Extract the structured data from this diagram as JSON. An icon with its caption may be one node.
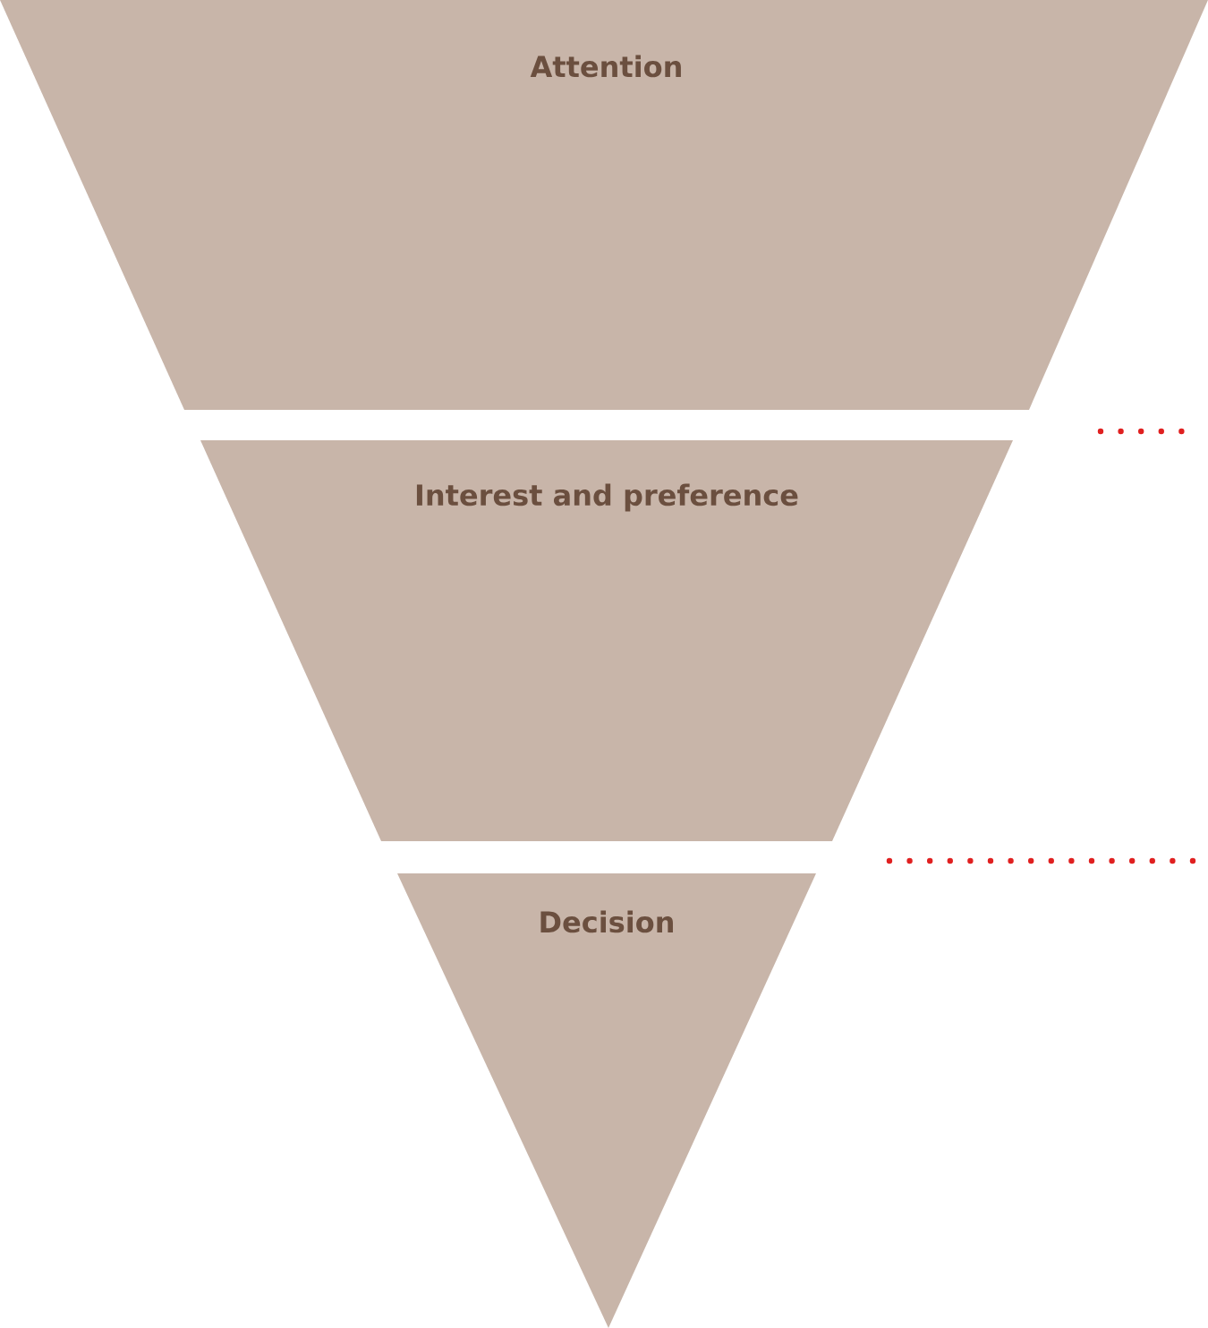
{
  "diagram": {
    "nodes": [
      {
        "text": [
          "Attention"
        ]
      },
      {
        "text": [
          "Interest and preference"
        ]
      },
      {
        "text": [
          "Decision"
        ]
      }
    ]
  }
}
